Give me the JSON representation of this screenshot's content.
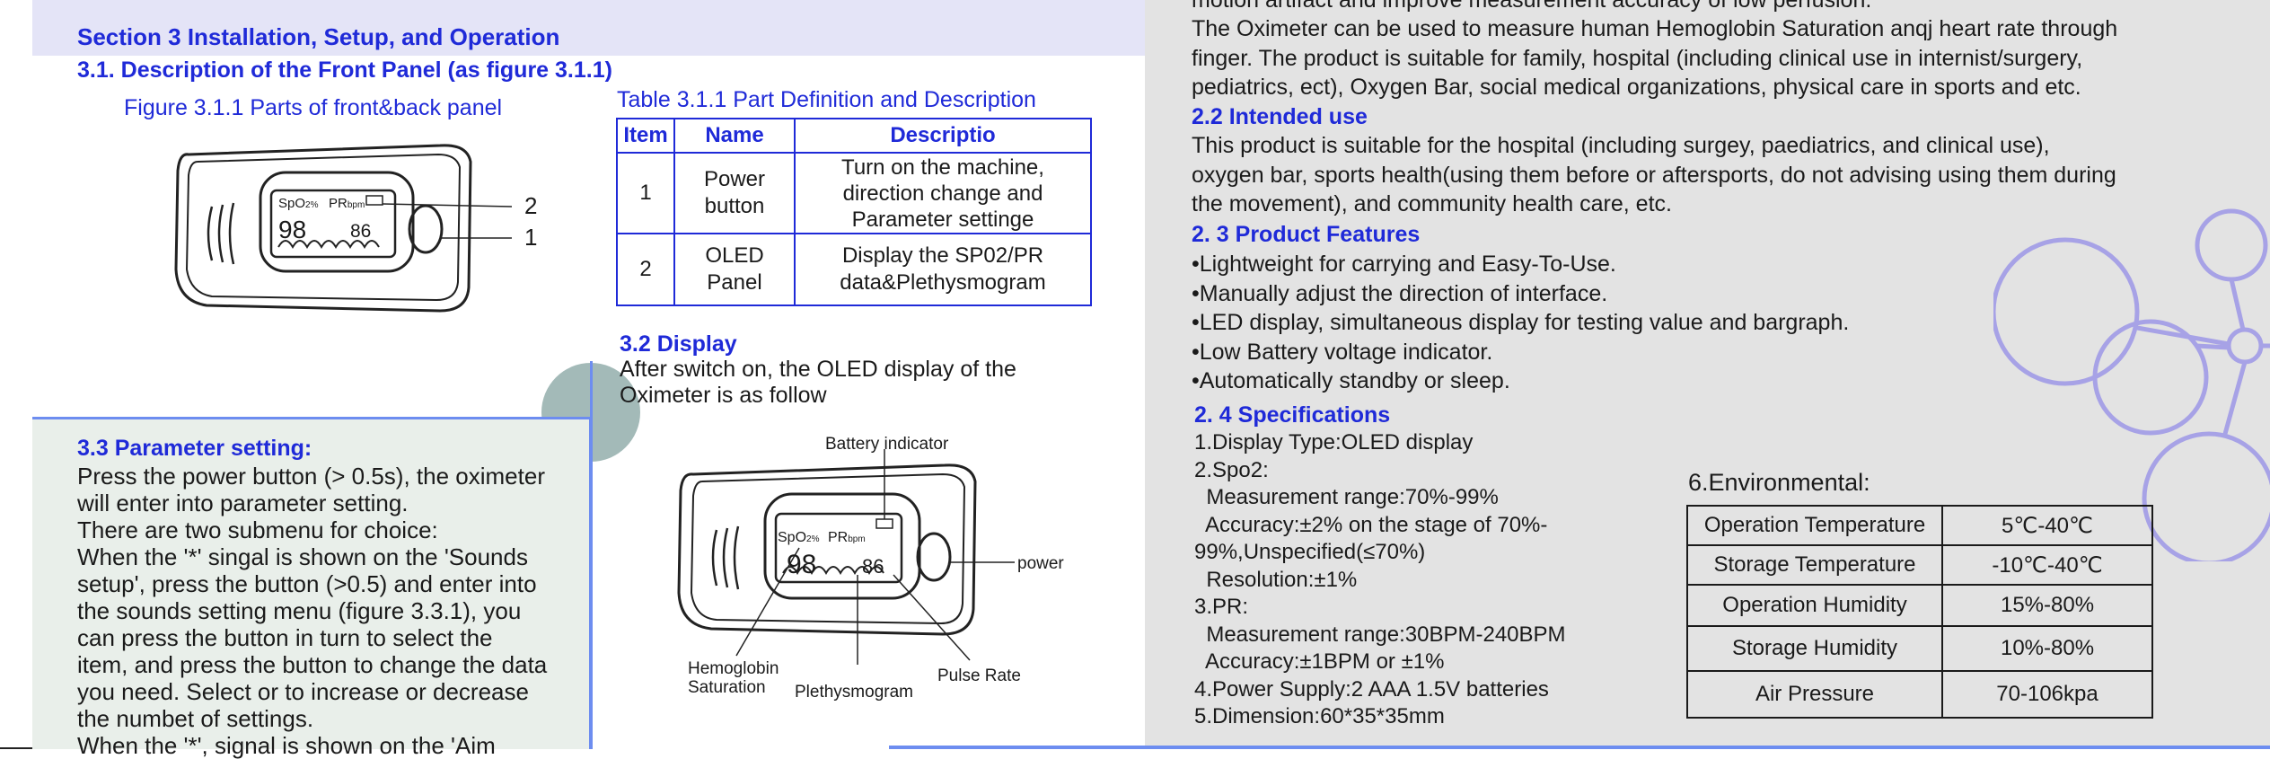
{
  "left": {
    "section_title": "Section 3 Installation, Setup, and Operation",
    "sub_31": "3.1. Description of the Front Panel  (as figure 3.1.1)",
    "figure_caption": "Figure 3.1.1 Parts of front&back panel",
    "figure_labels": {
      "num2": "2",
      "num1": "1"
    },
    "device_screen": {
      "spo2": "SpO",
      "spo2_sub": "2%",
      "pr": "PR",
      "pr_sub": "bpm",
      "val_spo2": "98",
      "val_pr": "86"
    },
    "table_title": "Table 3.1.1 Part Definition and Description",
    "table": {
      "headers": [
        "Item",
        "Name",
        "Descriptio"
      ],
      "rows": [
        {
          "item": "1",
          "name": [
            "Power",
            "button"
          ],
          "desc": [
            "Turn on the machine,",
            "direction change and",
            "Parameter settinge"
          ]
        },
        {
          "item": "2",
          "name": [
            "OLED",
            "Panel"
          ],
          "desc": [
            "Display the SP02/PR",
            "data&Plethysmogram"
          ]
        }
      ]
    },
    "display_heading": "3.2 Display",
    "display_text": [
      "After switch on, the OLED display of the",
      "Oximeter is as follow"
    ],
    "display_labels": {
      "battery": "Battery indicator",
      "power": "power",
      "hemoglobin": [
        "Hemoglobin",
        "Saturation"
      ],
      "pleth": "Plethysmogram",
      "pulse": "Pulse Rate"
    },
    "param_heading": "3.3 Parameter setting:",
    "param_lines": [
      "Press the power button (> 0.5s), the oximeter",
      "will enter into parameter setting.",
      "There are two submenu for choice:",
      "When the '*' singal is shown on the 'Sounds",
      "setup', press the button (>0.5) and enter into",
      "the sounds setting menu (figure 3.3.1), you",
      "can press the button in turn to select the",
      "item, and press the button to change the data",
      "you need. Select or to increase or decrease",
      "the numbet of settings.",
      "When the '*', signal is shown on the 'Aim"
    ]
  },
  "right": {
    "top_cut": "motion artifact and improve measurement accuracy of low perfusion.",
    "intro_lines": [
      "The Oximeter can be used to measure human Hemoglobin Saturation anqj heart rate through",
      "finger. The product is suitable for family, hospital (including clinical use in internist/surgery,",
      "pediatrics, ect), Oxygen Bar, social medical organizations, physical care in sports and etc."
    ],
    "intended_heading": "2.2 Intended use",
    "intended_lines": [
      "This product is suitable for the hospital (including surgey, paediatrics, and clinical use),",
      "oxygen bar, sports health(using them before or aftersports, do not advising using them during",
      "the movement), and community health care, etc."
    ],
    "features_heading": "2. 3 Product Features",
    "features": [
      "•Lightweight for carrying and Easy-To-Use.",
      "•Manually adjust the direction of interface.",
      "•LED display, simultaneous display for testing value and bargraph.",
      "•Low Battery voltage indicator.",
      "•Automatically standby or sleep."
    ],
    "spec_heading": "2. 4 Specifications",
    "spec_lines": [
      "1.Display Type:OLED display",
      "2.Spo2:",
      "  Measurement range:70%-99%",
      "  Accuracy:±2% on the stage of 70%-",
      "99%,Unspecified(≤70%)",
      "  Resolution:±1%",
      "3.PR:",
      "  Measurement range:30BPM-240BPM",
      "  Accuracy:±1BPM or ±1%",
      "4.Power Supply:2 AAA 1.5V batteries",
      "5.Dimension:60*35*35mm"
    ],
    "env_heading": "6.Environmental:",
    "env_rows": [
      {
        "label": "Operation Temperature",
        "value": "5℃-40℃"
      },
      {
        "label": "Storage Temperature",
        "value": "-10℃-40℃"
      },
      {
        "label": "Operation Humidity",
        "value": "15%-80%"
      },
      {
        "label": "Storage Humidity",
        "value": "10%-80%"
      },
      {
        "label": "Air Pressure",
        "value": "70-106kpa"
      }
    ]
  },
  "colors": {
    "blue": "#1f2ad8",
    "accent_line": "#6d8df0",
    "panel_green": "#e9efea",
    "right_bg": "#e3e3e3",
    "molecule": "#a7a2e6"
  }
}
